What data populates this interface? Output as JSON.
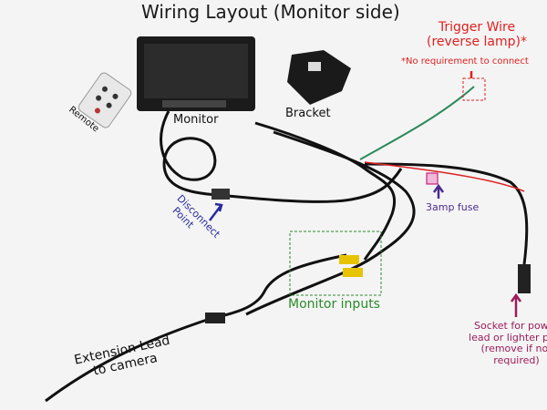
{
  "title": "Wiring Layout (Monitor side)",
  "labels": {
    "trigger_wire_line1": "Trigger Wire",
    "trigger_wire_line2": "(reverse lamp)*",
    "trigger_note": "*No requirement to connect",
    "monitor": "Monitor",
    "bracket": "Bracket",
    "remote": "Remote",
    "disconnect_line1": "Disconnect",
    "disconnect_line2": "Point",
    "fuse": "3amp fuse",
    "monitor_inputs": "Monitor inputs",
    "extension_line1": "Extension Lead",
    "extension_line2": "to camera",
    "socket": "Socket for power lead or lighter plug (remove if not required)"
  },
  "colors": {
    "trigger": "#e02020",
    "disconnect": "#2a2aa0",
    "fuse": "#4a2a90",
    "inputs": "#2a8a2a",
    "socket": "#9b1d5a",
    "cable": "#111111",
    "video_plug": "#e8c400"
  }
}
